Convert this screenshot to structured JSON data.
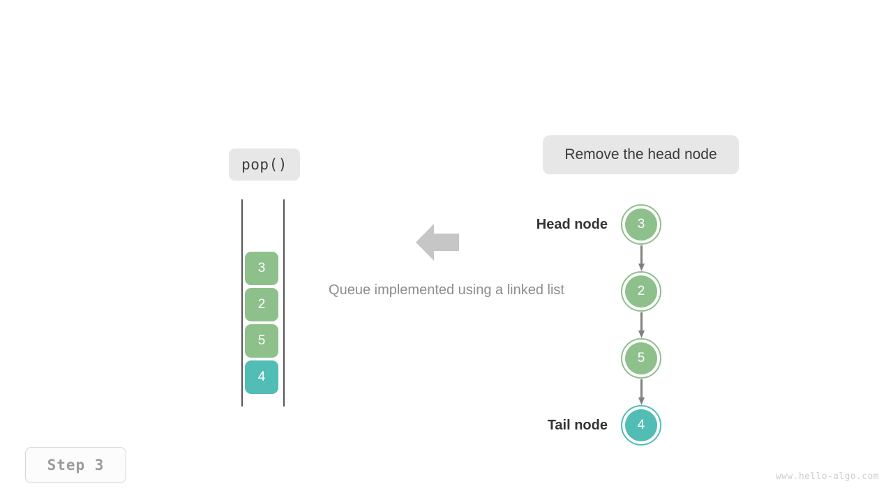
{
  "operation": {
    "label": "pop()"
  },
  "action": {
    "label": "Remove the head node"
  },
  "caption": {
    "text": "Queue implemented using a linked list"
  },
  "queue_cells": [
    {
      "value": "3",
      "color": "#8ec08c",
      "state": "normal"
    },
    {
      "value": "2",
      "color": "#8ec08c",
      "state": "normal"
    },
    {
      "value": "5",
      "color": "#8ec08c",
      "state": "normal"
    },
    {
      "value": "4",
      "color": "#52bdb4",
      "state": "highlight"
    }
  ],
  "linked_list": {
    "nodes": [
      {
        "value": "3",
        "color": "#8ec08c",
        "role": "head"
      },
      {
        "value": "2",
        "color": "#8ec08c",
        "role": "middle"
      },
      {
        "value": "5",
        "color": "#8ec08c",
        "role": "middle"
      },
      {
        "value": "4",
        "color": "#52bdb4",
        "role": "tail"
      }
    ],
    "head_label": "Head node",
    "tail_label": "Tail node",
    "link_color": "#808080"
  },
  "flow_arrow": {
    "direction": "left",
    "color": "#c6c6c6"
  },
  "footer": {
    "step_label": "Step 3",
    "watermark": "www.hello-algo.com"
  },
  "theme": {
    "background": "#ffffff",
    "pill_background": "#e7e7e7",
    "rail_color": "#555555",
    "caption_color": "#8d8d8d",
    "label_color": "#333333",
    "step_text_color": "#9b9b9b",
    "watermark_color": "#cfcfcf"
  }
}
